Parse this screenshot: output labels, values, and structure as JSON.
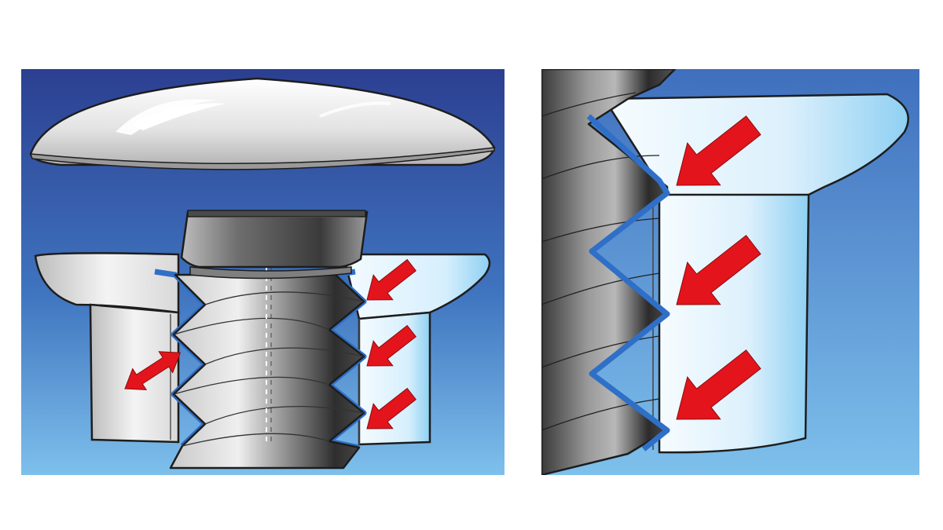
{
  "figure": {
    "panels": [
      {
        "id": "left",
        "view": "full-assembly",
        "arrows": {
          "radial_double": 1,
          "inward": 3
        }
      },
      {
        "id": "right",
        "view": "thread-detail",
        "arrows": {
          "inward": 3
        }
      }
    ]
  },
  "colors": {
    "background_top": "#2c3f91",
    "background_bottom": "#7ec0ec",
    "arrow_red": "#e3141b",
    "thread_outline_blue": "#2f6fc7",
    "sleeve_light": "#dff1fc",
    "sleeve_edge": "#8fd0f2",
    "metal_light": "#f2f2f2",
    "metal_dark": "#2b2b2b"
  },
  "icons": [
    "double-arrow",
    "arrow-left-down"
  ]
}
